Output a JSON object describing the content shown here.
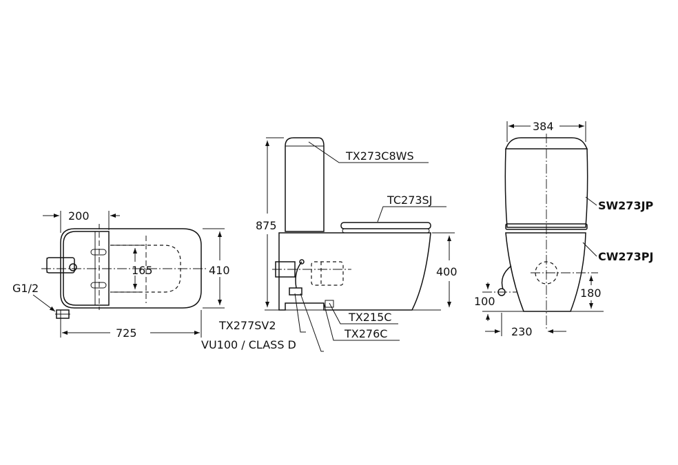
{
  "top_view": {
    "dim_width_top": "200",
    "dim_pan": "165",
    "dim_depth": "410",
    "dim_length": "725",
    "inlet": "G1/2"
  },
  "side_view": {
    "dim_height": "875",
    "dim_rim": "400",
    "tank_lid": "TX273C8WS",
    "seat": "TC273SJ",
    "angle_valve": "TX277SV2",
    "valve_class": "VU100 / CLASS D",
    "flange": "TX215C",
    "bolt": "TX276C"
  },
  "front_view": {
    "dim_width": "384",
    "tank": "SW273JP",
    "bowl": "CW273PJ",
    "dim_inlet_height": "100",
    "dim_outlet_height": "180",
    "dim_outlet_offset": "230"
  }
}
